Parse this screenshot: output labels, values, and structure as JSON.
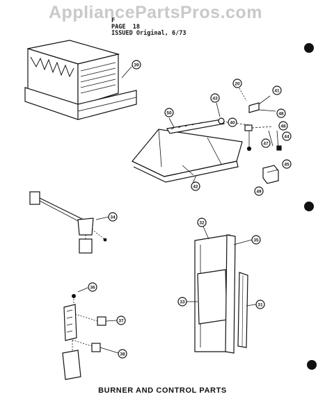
{
  "watermark": "AppliancePartsPros.com",
  "header": {
    "page_label": "PAGE",
    "page_number": "18",
    "issued_label": "ISSUED",
    "issued_value": "Original, 6/73",
    "top_line": "F"
  },
  "caption": "BURNER AND CONTROL PARTS",
  "callouts": {
    "c39": "39",
    "c20": "20",
    "c41": "41",
    "c43": "43",
    "c40": "40",
    "c50": "50",
    "c46": "46",
    "c48": "48",
    "c44": "44",
    "c47": "47",
    "c45": "45",
    "c49": "49",
    "c42": "42",
    "c34": "34",
    "c32": "32",
    "c35": "35",
    "c36": "36",
    "c33": "33",
    "c37": "37",
    "c31": "31",
    "c38": "38"
  },
  "colors": {
    "ink": "#111111",
    "watermark": "#c9c9c9",
    "background": "#ffffff"
  }
}
